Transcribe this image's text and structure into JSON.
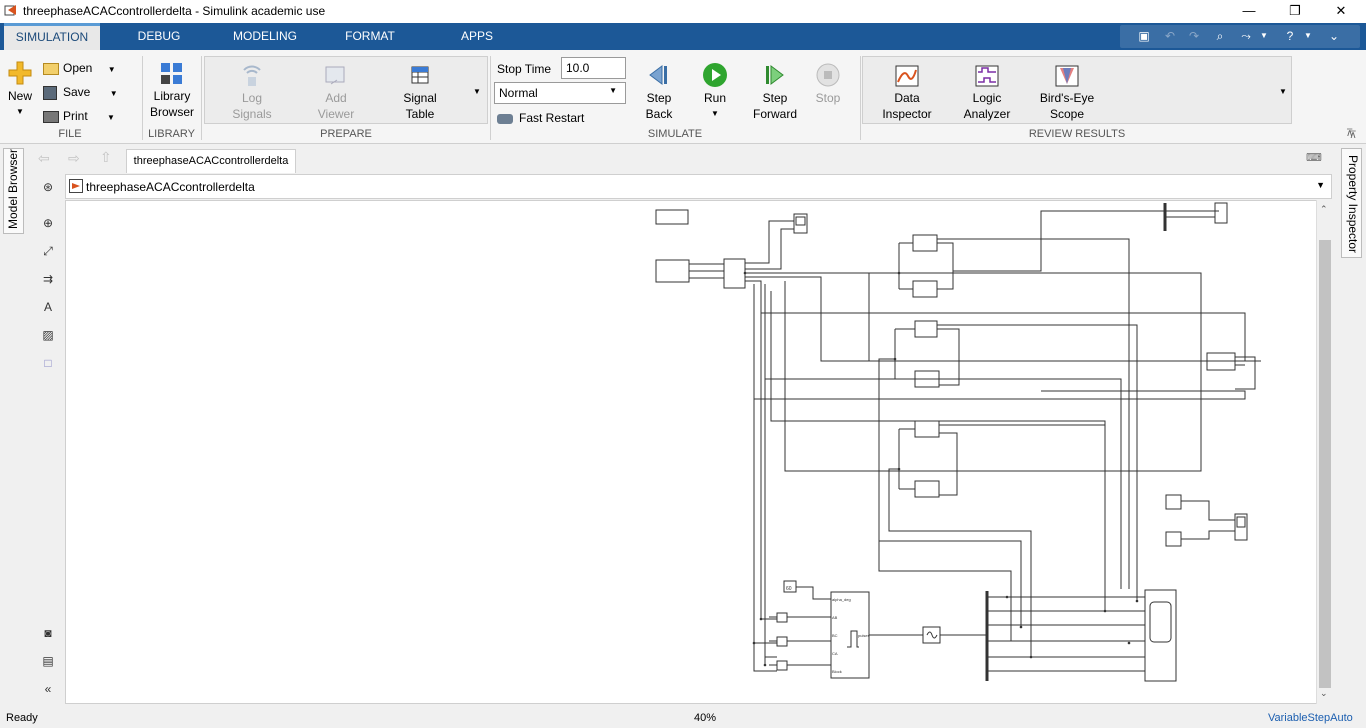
{
  "window": {
    "title": "threephaseACACcontrollerdelta - Simulink academic use",
    "controls": [
      "—",
      "❐",
      "✕"
    ]
  },
  "tabs": [
    "SIMULATION",
    "DEBUG",
    "MODELING",
    "FORMAT",
    "APPS"
  ],
  "ribbon": {
    "file": {
      "label": "FILE",
      "new": "New",
      "open": "Open",
      "save": "Save",
      "print": "Print"
    },
    "library": {
      "label": "LIBRARY",
      "browser": "Library Browser"
    },
    "prepare": {
      "label": "PREPARE",
      "log_signals": "Log Signals",
      "add_viewer": "Add Viewer",
      "signal_table": "Signal Table"
    },
    "simulate": {
      "label": "SIMULATE",
      "stop_time_label": "Stop Time",
      "stop_time_value": "10.0",
      "mode": "Normal",
      "fast_restart": "Fast Restart",
      "step_back": "Step Back",
      "run": "Run",
      "step_forward": "Step Forward",
      "stop": "Stop"
    },
    "review": {
      "label": "REVIEW RESULTS",
      "data_inspector": "Data Inspector",
      "logic_analyzer": "Logic Analyzer",
      "birds_eye": "Bird's-Eye Scope"
    }
  },
  "side": {
    "model_browser": "Model Browser",
    "property_inspector": "Property Inspector"
  },
  "editor": {
    "tab": "threephaseACACcontrollerdelta",
    "address": "threephaseACACcontrollerdelta"
  },
  "diagram": {
    "const_label": "60",
    "controller_ports": [
      "alpha_deg",
      "AB",
      "BC",
      "CA",
      "Block"
    ],
    "controller_out": "pulses"
  },
  "status": {
    "left": "Ready",
    "zoom": "40%",
    "solver": "VariableStepAuto"
  },
  "colors": {
    "tabbar": "#1c5897",
    "run_green": "#2fa52f"
  }
}
